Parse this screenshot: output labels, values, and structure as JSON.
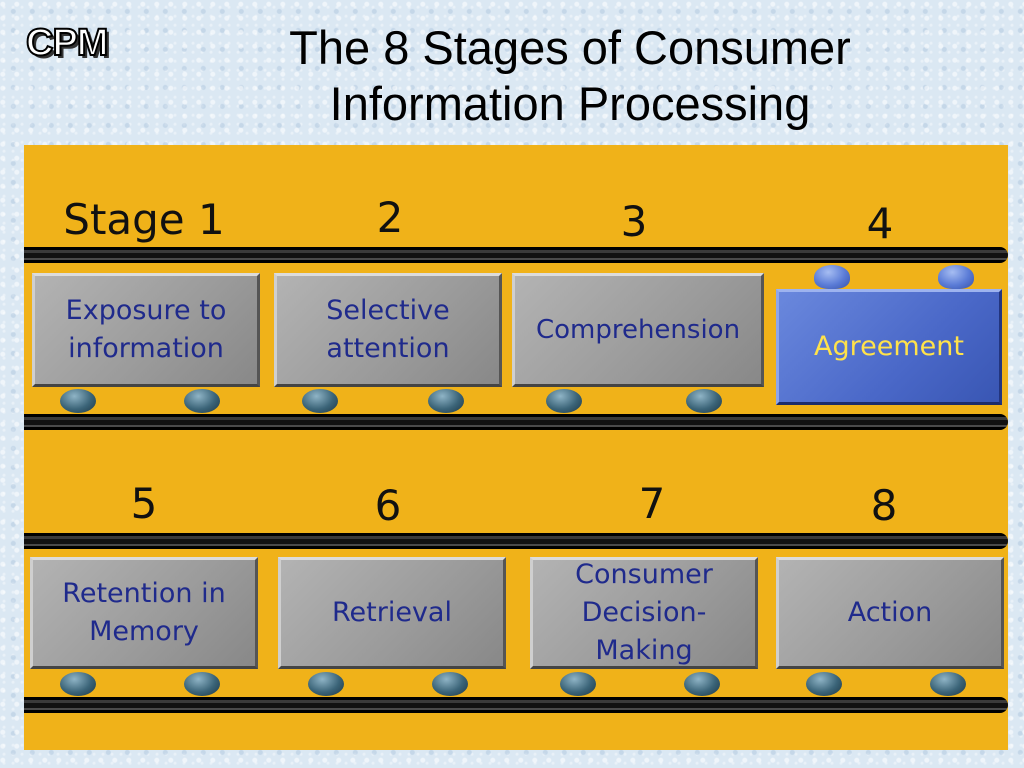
{
  "header": {
    "logo": "CPM",
    "title_line1": "The 8 Stages of Consumer",
    "title_line2": "Information Processing"
  },
  "stages": [
    {
      "number": "Stage 1",
      "label": "Exposure to information"
    },
    {
      "number": "2",
      "label": "Selective attention"
    },
    {
      "number": "3",
      "label": "Comprehension"
    },
    {
      "number": "4",
      "label": "Agreement",
      "highlighted": true
    },
    {
      "number": "5",
      "label": "Retention in Memory"
    },
    {
      "number": "6",
      "label": "Retrieval"
    },
    {
      "number": "7",
      "label": "Consumer Decision-Making"
    },
    {
      "number": "8",
      "label": "Action"
    }
  ],
  "colors": {
    "panel": "#f0b219",
    "car": "#a6a6a6",
    "car_text": "#1f2a8c",
    "active_car": "#4a68c8",
    "active_text": "#ffe24a"
  }
}
